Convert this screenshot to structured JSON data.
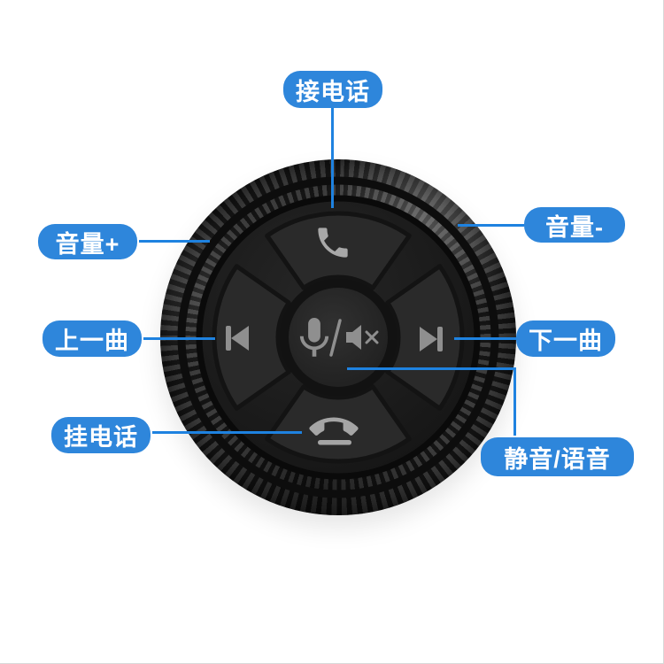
{
  "colors": {
    "background": "#ffffff",
    "label_bg": "#2e86db",
    "label_text": "#ffffff",
    "callout_line": "#1e82e0",
    "device_body": "#1c1c1c",
    "device_button": "#2a2a2a",
    "icon_gray": "#9c9c9c"
  },
  "callouts": [
    {
      "id": "answer-call",
      "text": "接电话"
    },
    {
      "id": "volume-up",
      "text": "音量+"
    },
    {
      "id": "volume-down",
      "text": "音量-"
    },
    {
      "id": "prev-track",
      "text": "上一曲"
    },
    {
      "id": "next-track",
      "text": "下一曲"
    },
    {
      "id": "hang-up",
      "text": "挂电话"
    },
    {
      "id": "mute-voice",
      "text": "静音/语音"
    }
  ],
  "device": {
    "type": "steering-wheel-media-remote",
    "buttons": [
      {
        "position": "top",
        "icon": "phone-answer-icon",
        "function": "接电话"
      },
      {
        "position": "left",
        "icon": "prev-track-icon",
        "function": "上一曲"
      },
      {
        "position": "right",
        "icon": "next-track-icon",
        "function": "下一曲"
      },
      {
        "position": "bottom",
        "icon": "phone-hangup-icon",
        "function": "挂电话"
      },
      {
        "position": "center",
        "icon": "mic-mute-icon",
        "function": "静音/语音"
      }
    ],
    "ring_functions": [
      {
        "side": "left",
        "function": "音量+"
      },
      {
        "side": "right",
        "function": "音量-"
      }
    ]
  }
}
